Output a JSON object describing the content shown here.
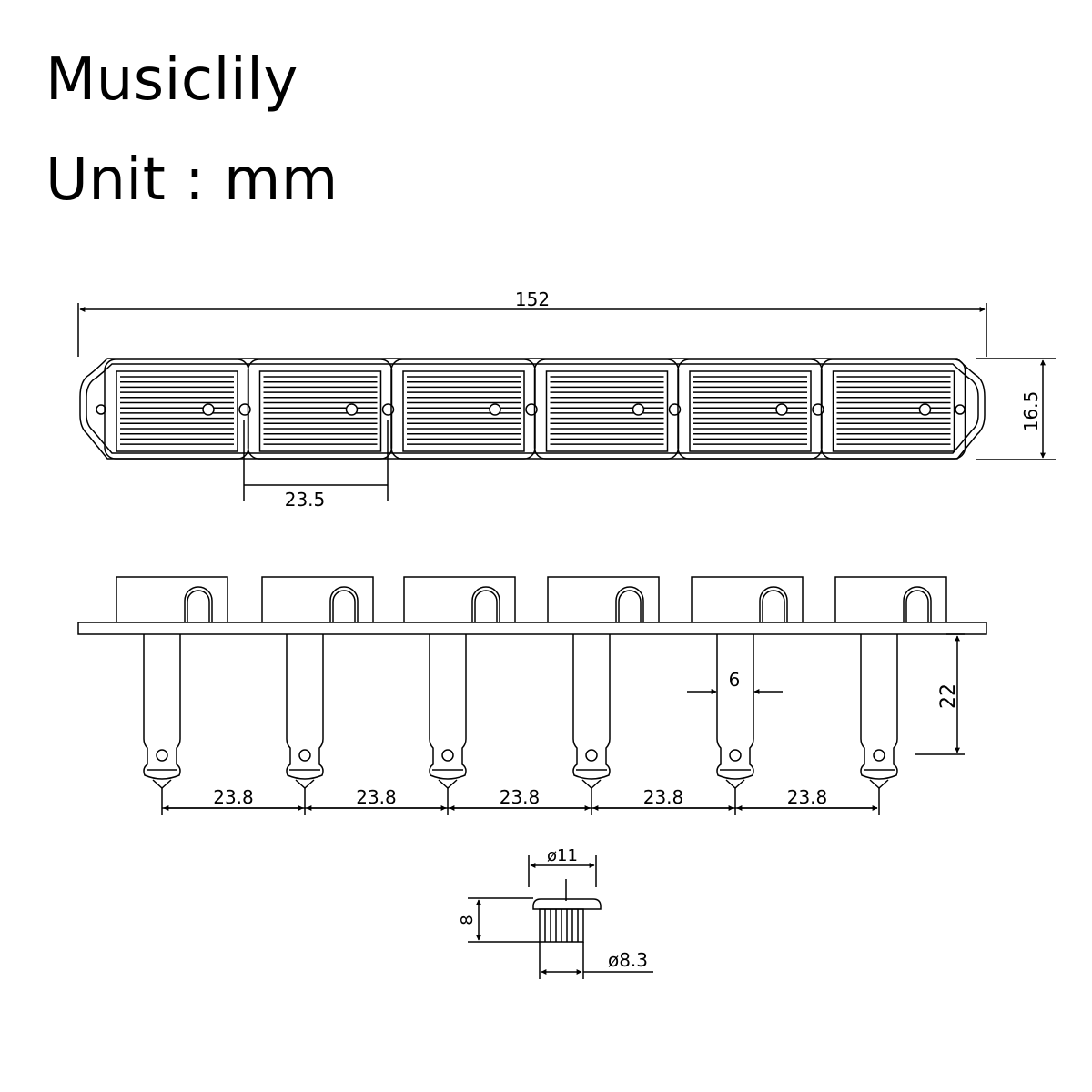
{
  "header": {
    "brand": "Musiclily",
    "unit": "Unit : mm"
  },
  "top_view": {
    "overall_length": "152",
    "height": "16.5",
    "post_spacing": "23.5"
  },
  "side_view": {
    "shaft_width": "6",
    "shaft_length": "22",
    "post_spacings": [
      "23.8",
      "23.8",
      "23.8",
      "23.8",
      "23.8"
    ]
  },
  "bushing": {
    "flange_diameter": "ø11",
    "height": "8",
    "body_diameter": "ø8.3"
  }
}
